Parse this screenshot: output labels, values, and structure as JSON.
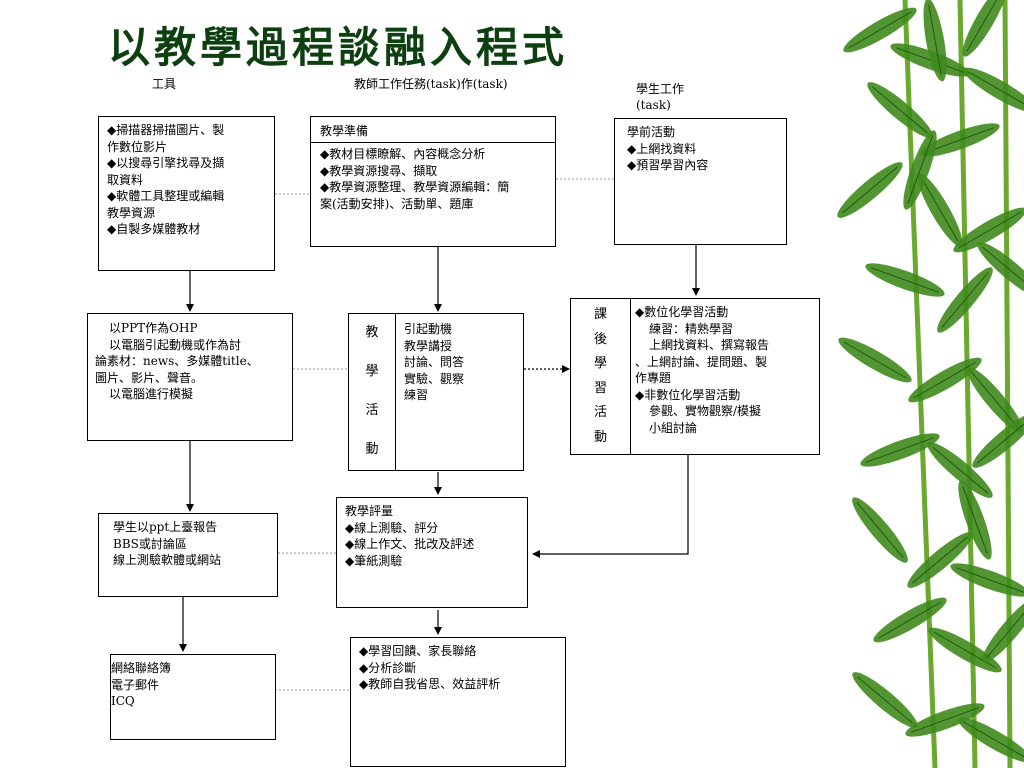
{
  "title": "以教學過程談融入程式",
  "headers": {
    "tools": "工具",
    "teacher": "教師工作任務(task)作(task)",
    "student_1": "學生工作",
    "student_2": "(task)"
  },
  "tools_box": {
    "lines": [
      "◆掃描器掃描圖片、製",
      "作數位影片",
      "◆以搜尋引擎找尋及擷",
      "取資料",
      "◆軟體工具整理或編輯",
      "教學資源",
      "◆自製多媒體教材"
    ]
  },
  "prep_box": {
    "heading": "教學準備",
    "lines": [
      "◆教材目標瞭解、內容概念分析",
      "◆教學資源搜尋、擷取",
      "◆教學資源整理、教學資源編輯：簡",
      "案(活動安排)、活動單、題庫"
    ]
  },
  "pre_activity_box": {
    "lines": [
      "學前活動",
      "◆上網找資料",
      "◆預習學習內容"
    ]
  },
  "ppt_box": {
    "lines": [
      "以PPT作為OHP",
      "以電腦引起動機或作為討",
      "論素材：news、多媒體title、",
      "圖片、影片、聲音。",
      "以電腦進行模擬"
    ]
  },
  "teaching_box": {
    "vertical": [
      "教",
      "學",
      "活",
      "動"
    ],
    "lines": [
      "引起動機",
      "教學講授",
      "討論、問答",
      "實驗、觀察",
      "練習"
    ]
  },
  "after_box": {
    "vertical": [
      "課",
      "後",
      "學",
      "習",
      "活",
      "動"
    ],
    "lines": [
      "◆數位化學習活動",
      "練習：精熟學習",
      "上網找資料、撰寫報告",
      "、上網討論、提問題、製",
      "作專題",
      "◆非數位化學習活動",
      "參觀、實物觀察/模擬",
      "小組討論"
    ]
  },
  "student_report_box": {
    "lines": [
      "學生以ppt上臺報告",
      "BBS或討論區",
      "線上測驗軟體或網站"
    ]
  },
  "eval_box": {
    "lines": [
      "教學評量",
      "◆線上測驗、評分",
      "◆線上作文、批改及評述",
      "◆筆紙測驗"
    ]
  },
  "contact_box": {
    "lines": [
      "網絡聯絡簿",
      "電子郵件",
      "ICQ"
    ]
  },
  "feedback_box": {
    "lines": [
      "◆學習回饋、家長聯絡",
      "◆分析診斷",
      "◆教師自我省思、效益評析"
    ]
  },
  "colors": {
    "title": "#0e3f10",
    "bamboo_leaf": "#3f8a1c",
    "bamboo_stem": "#6aa82e"
  }
}
